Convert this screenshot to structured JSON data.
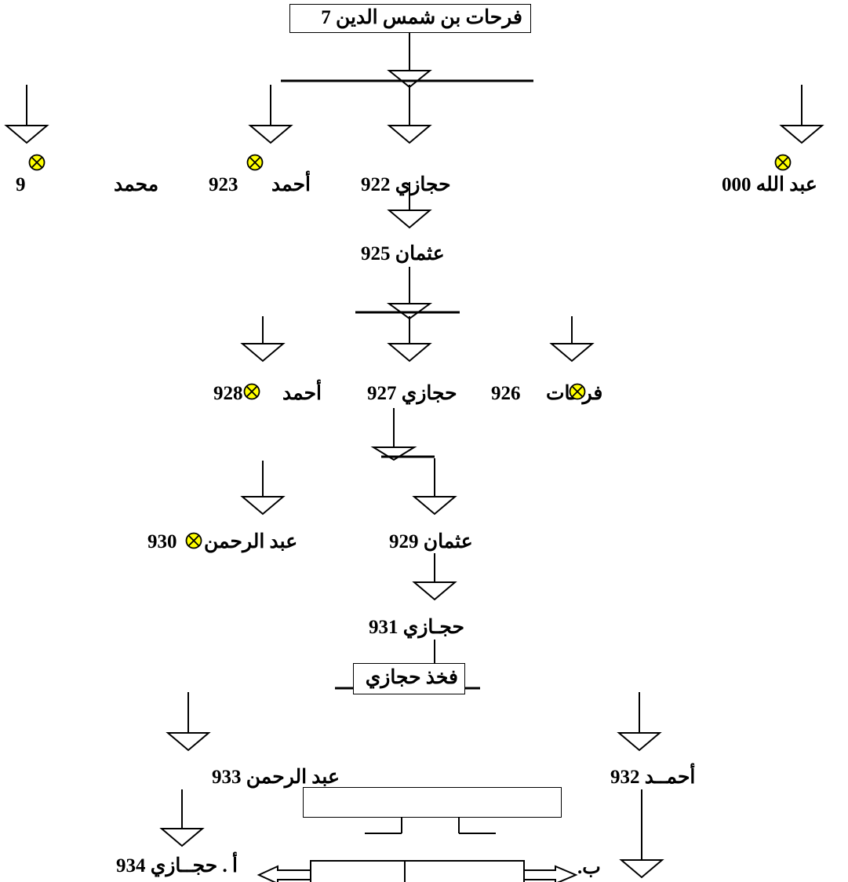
{
  "diagram": {
    "root_label": "فرحات بن شمس الدين  7",
    "clan_label": "فخذ حجازي",
    "colors": {
      "line": "#000000",
      "marker_fill": "#ffff00",
      "marker_stroke": "#000000"
    },
    "marker_icon": "crossed-circle-icon",
    "persons": {
      "p_abdallah": {
        "name": "عبد الله",
        "number": "000"
      },
      "p_hijazi_922": {
        "name": "حجازي",
        "number": "922"
      },
      "p_ahmad_923": {
        "name": "أحمد",
        "number": "923"
      },
      "p_muhammad_924": {
        "name": "محمد",
        "number": "9"
      },
      "p_othman_925": {
        "name": "عثمان",
        "number": "925"
      },
      "p_farhat_926": {
        "name": "فرحات",
        "number": "926"
      },
      "p_hijazi_927": {
        "name": "حجازي",
        "number": "927"
      },
      "p_ahmad_928": {
        "name": "أحمد",
        "number": "928"
      },
      "p_othman_929": {
        "name": "عثمان",
        "number": "929"
      },
      "p_abdulrahman_930": {
        "name": "عبد الرحمن",
        "number": "930"
      },
      "p_hijazi_931": {
        "name": "حجـازي",
        "number": "931"
      },
      "p_ahmad_932": {
        "name": "أحمــد",
        "number": "932"
      },
      "p_abdulrahman_933": {
        "name": "عبد الرحمن",
        "number": "933"
      },
      "p_hijazi_934": {
        "name": "أ . حجــازي",
        "number": "934"
      }
    },
    "branch_b_label": "ب."
  }
}
